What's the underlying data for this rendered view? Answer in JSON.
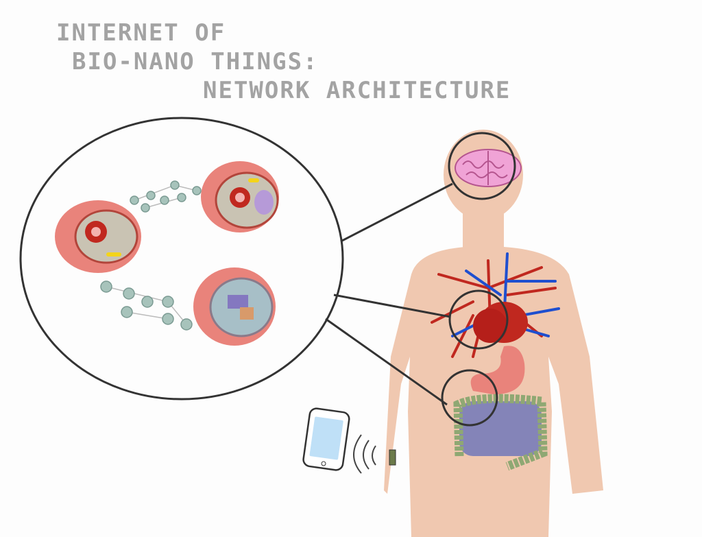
{
  "title": {
    "line1": "INTERNET OF",
    "line2": "BIO-NANO THINGS:",
    "line3": "NETWORK ARCHITECTURE"
  },
  "colors": {
    "title": "#a3a3a3",
    "skin": "#f0c8b0",
    "cell": "#e9837b",
    "artery": "#c0281f",
    "vein": "#1f4fcf",
    "brain": "#f0a3d6",
    "colon": "#8fa873",
    "phone_screen": "#bfe0f7"
  },
  "icons": [
    "brain-icon",
    "heart-icon",
    "intestine-icon",
    "smartphone-icon",
    "wireless-signal-icon",
    "implant-chip-icon",
    "cell-icon",
    "nanomachine-chain-icon"
  ]
}
